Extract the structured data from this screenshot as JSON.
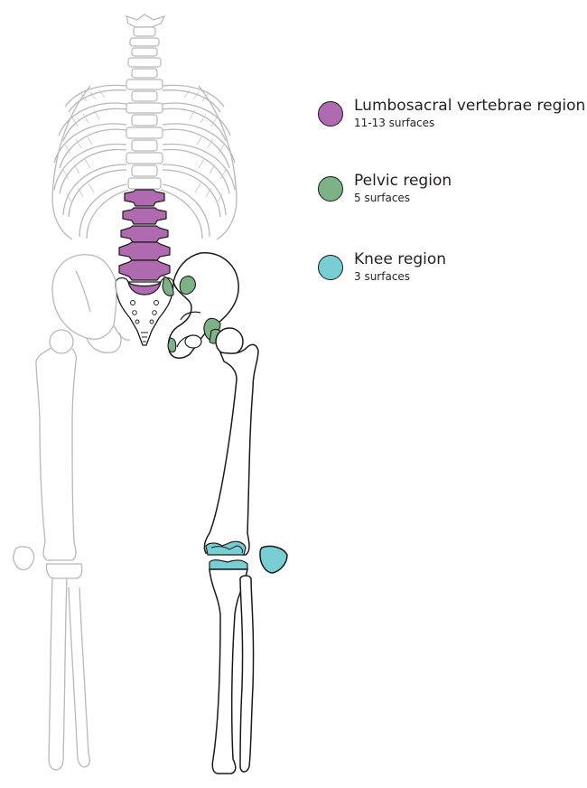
{
  "legend": [
    {
      "title": "Lumbosacral vertebrae region",
      "subtitle": "11-13 surfaces",
      "color": "#b06ab0"
    },
    {
      "title": "Pelvic region",
      "subtitle": "5 surfaces",
      "color": "#7db287"
    },
    {
      "title": "Knee region",
      "subtitle": "3 surfaces",
      "color": "#78cfd3"
    }
  ],
  "colors": {
    "faded_outline": "#b8b8b8",
    "bold_outline": "#1a1a1a",
    "lumbosacral": "#b06ab0",
    "pelvic": "#7db287",
    "knee": "#78cfd3"
  }
}
